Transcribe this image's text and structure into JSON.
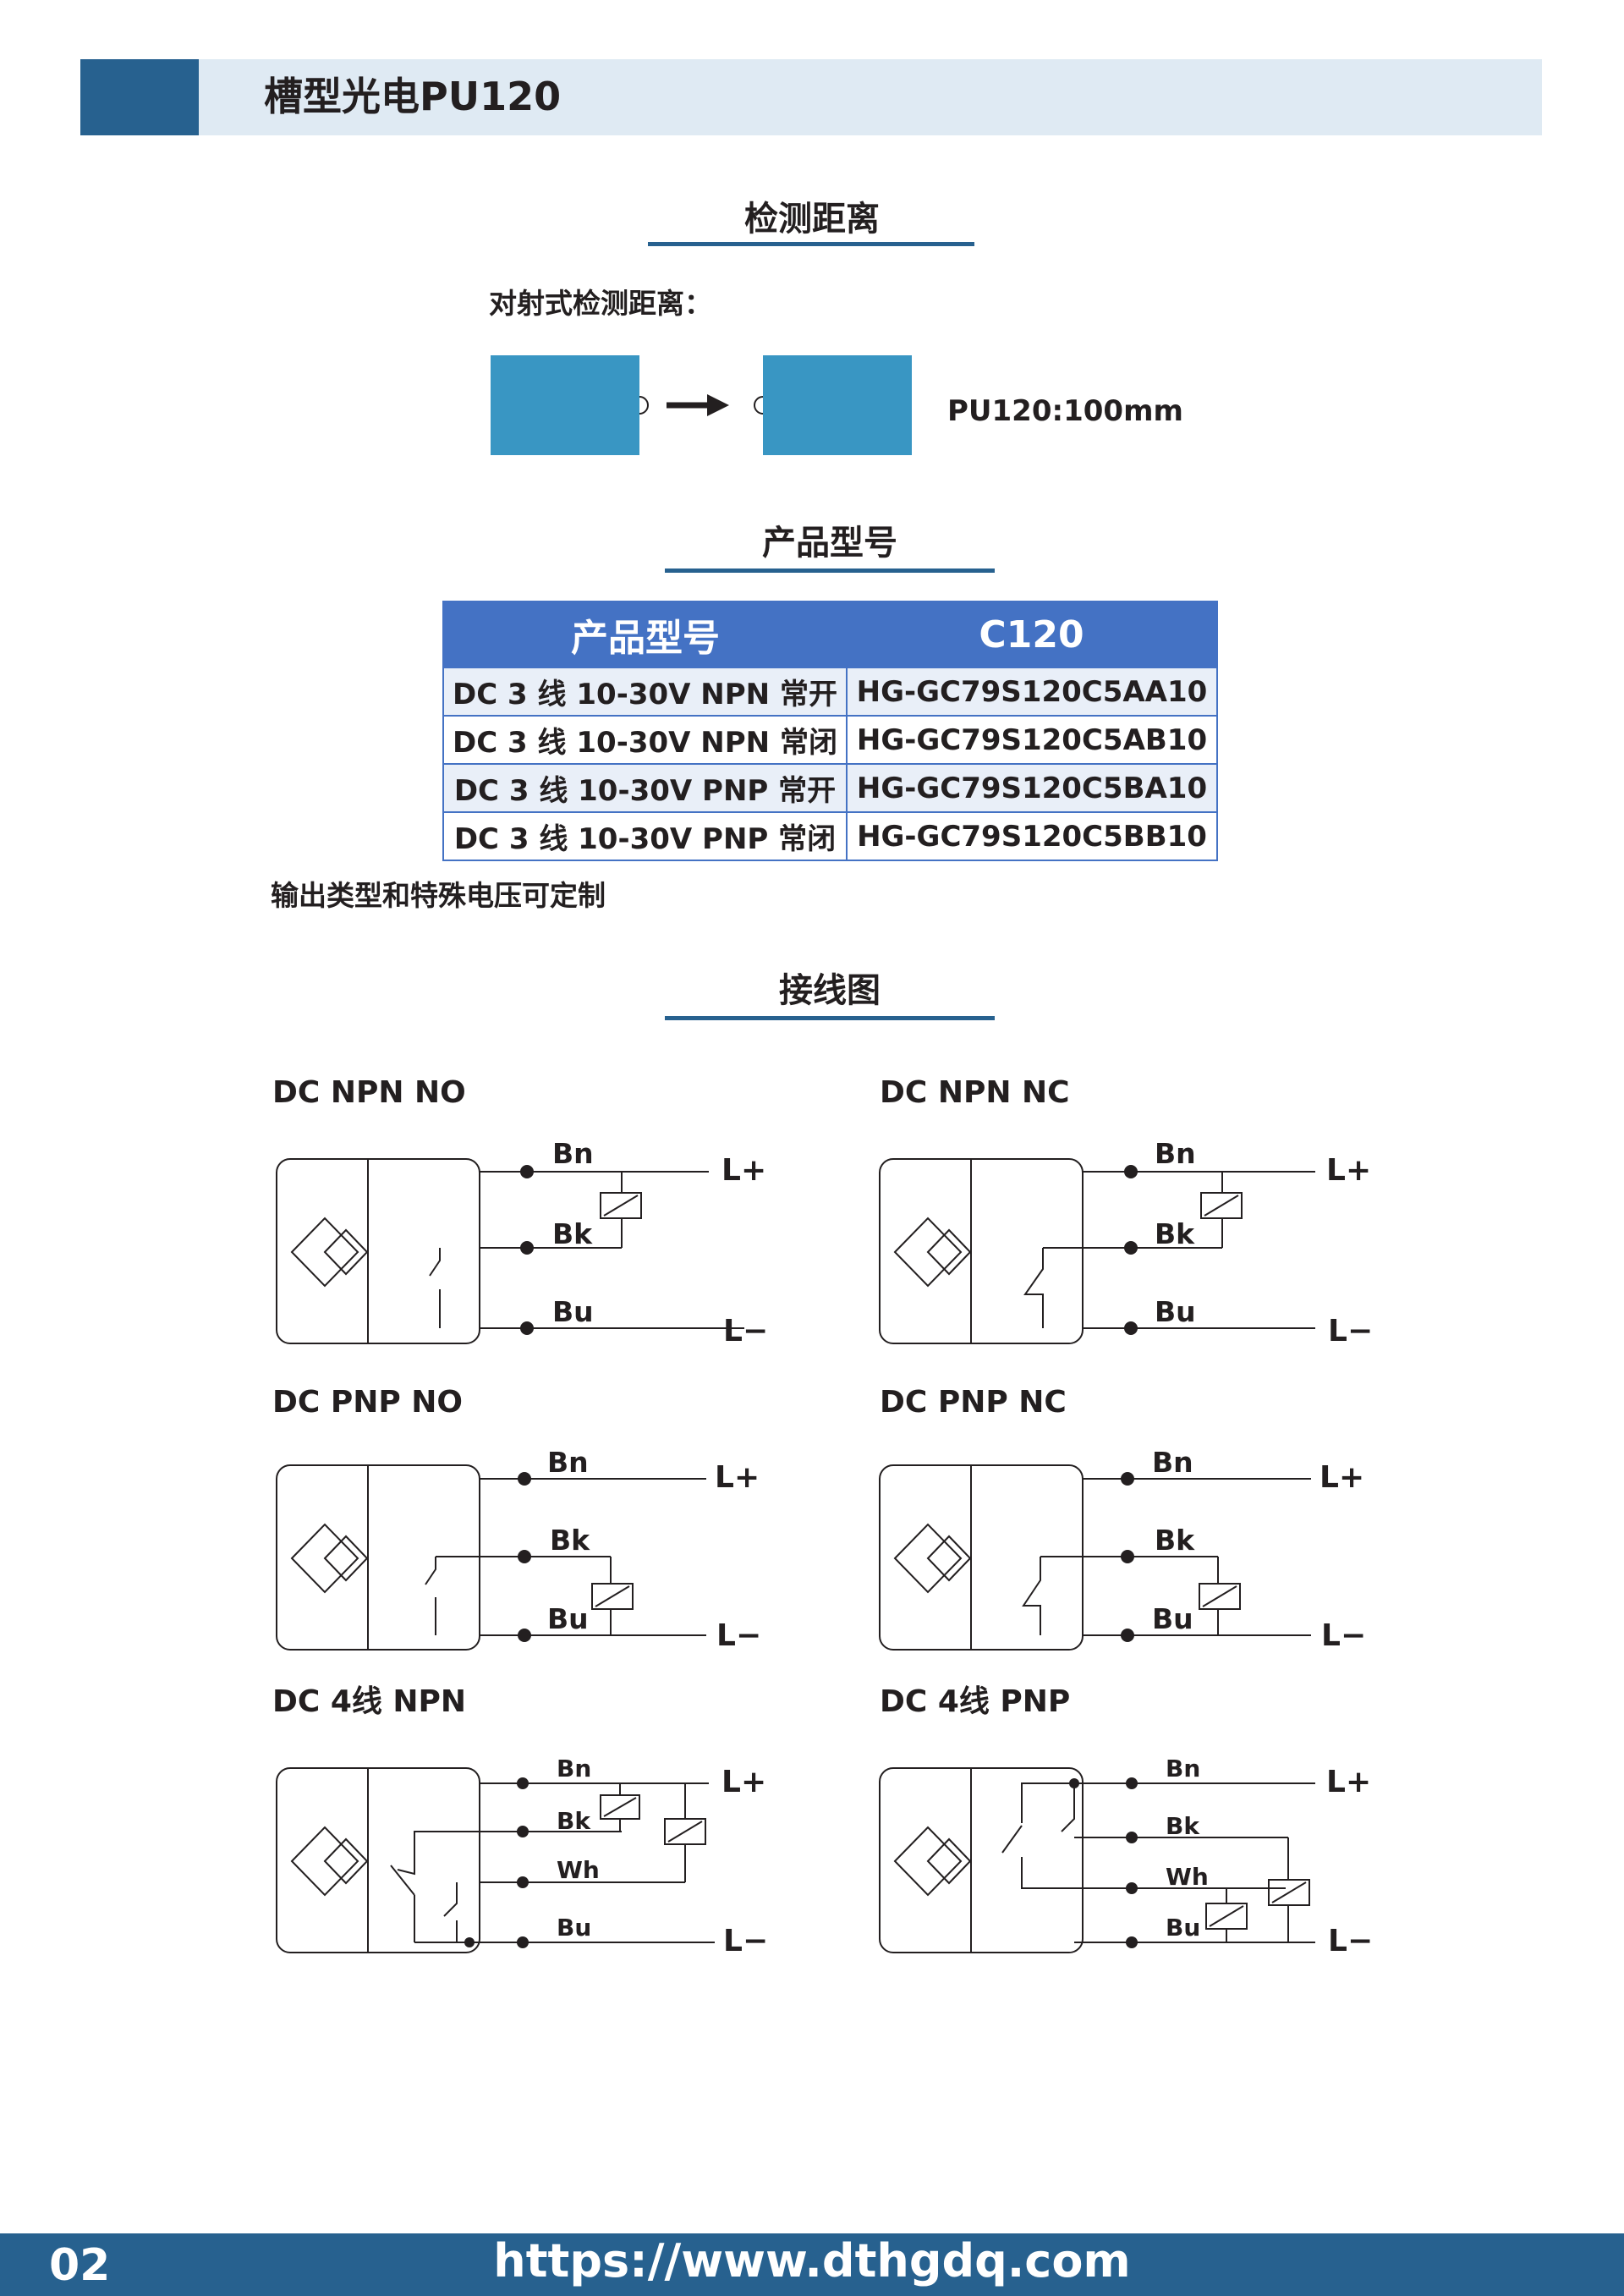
{
  "header": {
    "title": "槽型光电PU120"
  },
  "sections": {
    "detection": "检测距离",
    "model": "产品型号",
    "wiring": "接线图"
  },
  "detection": {
    "subtitle": "对射式检测距离：",
    "distance_label": "PU120:100mm"
  },
  "model_table": {
    "headers": [
      "产品型号",
      "C120"
    ],
    "rows": [
      [
        "DC 3 线 10-30V NPN 常开",
        "HG-GC79S120C5AA10"
      ],
      [
        "DC 3 线 10-30V NPN 常闭",
        "HG-GC79S120C5AB10"
      ],
      [
        "DC 3 线 10-30V PNP 常开",
        "HG-GC79S120C5BA10"
      ],
      [
        "DC 3 线 10-30V PNP 常闭",
        "HG-GC79S120C5BB10"
      ]
    ]
  },
  "note": "输出类型和特殊电压可定制",
  "wiring": {
    "diagrams": [
      {
        "title": "DC NPN NO"
      },
      {
        "title": "DC NPN NC"
      },
      {
        "title": "DC PNP NO"
      },
      {
        "title": "DC PNP NC"
      },
      {
        "title": "DC 4线 NPN"
      },
      {
        "title": "DC 4线 PNP"
      }
    ],
    "wire_labels": {
      "bn": "Bn",
      "bk": "Bk",
      "bu": "Bu",
      "wh": "Wh"
    },
    "terminals": {
      "plus": "L+",
      "minus": "L−"
    }
  },
  "colors": {
    "brand_dark": "#27618f",
    "brand_light": "#dfeaf3",
    "sensor": "#3996c3",
    "table_header": "#4472c4"
  },
  "footer": {
    "page_number": "02",
    "url": "https://www.dthgdq.com"
  }
}
